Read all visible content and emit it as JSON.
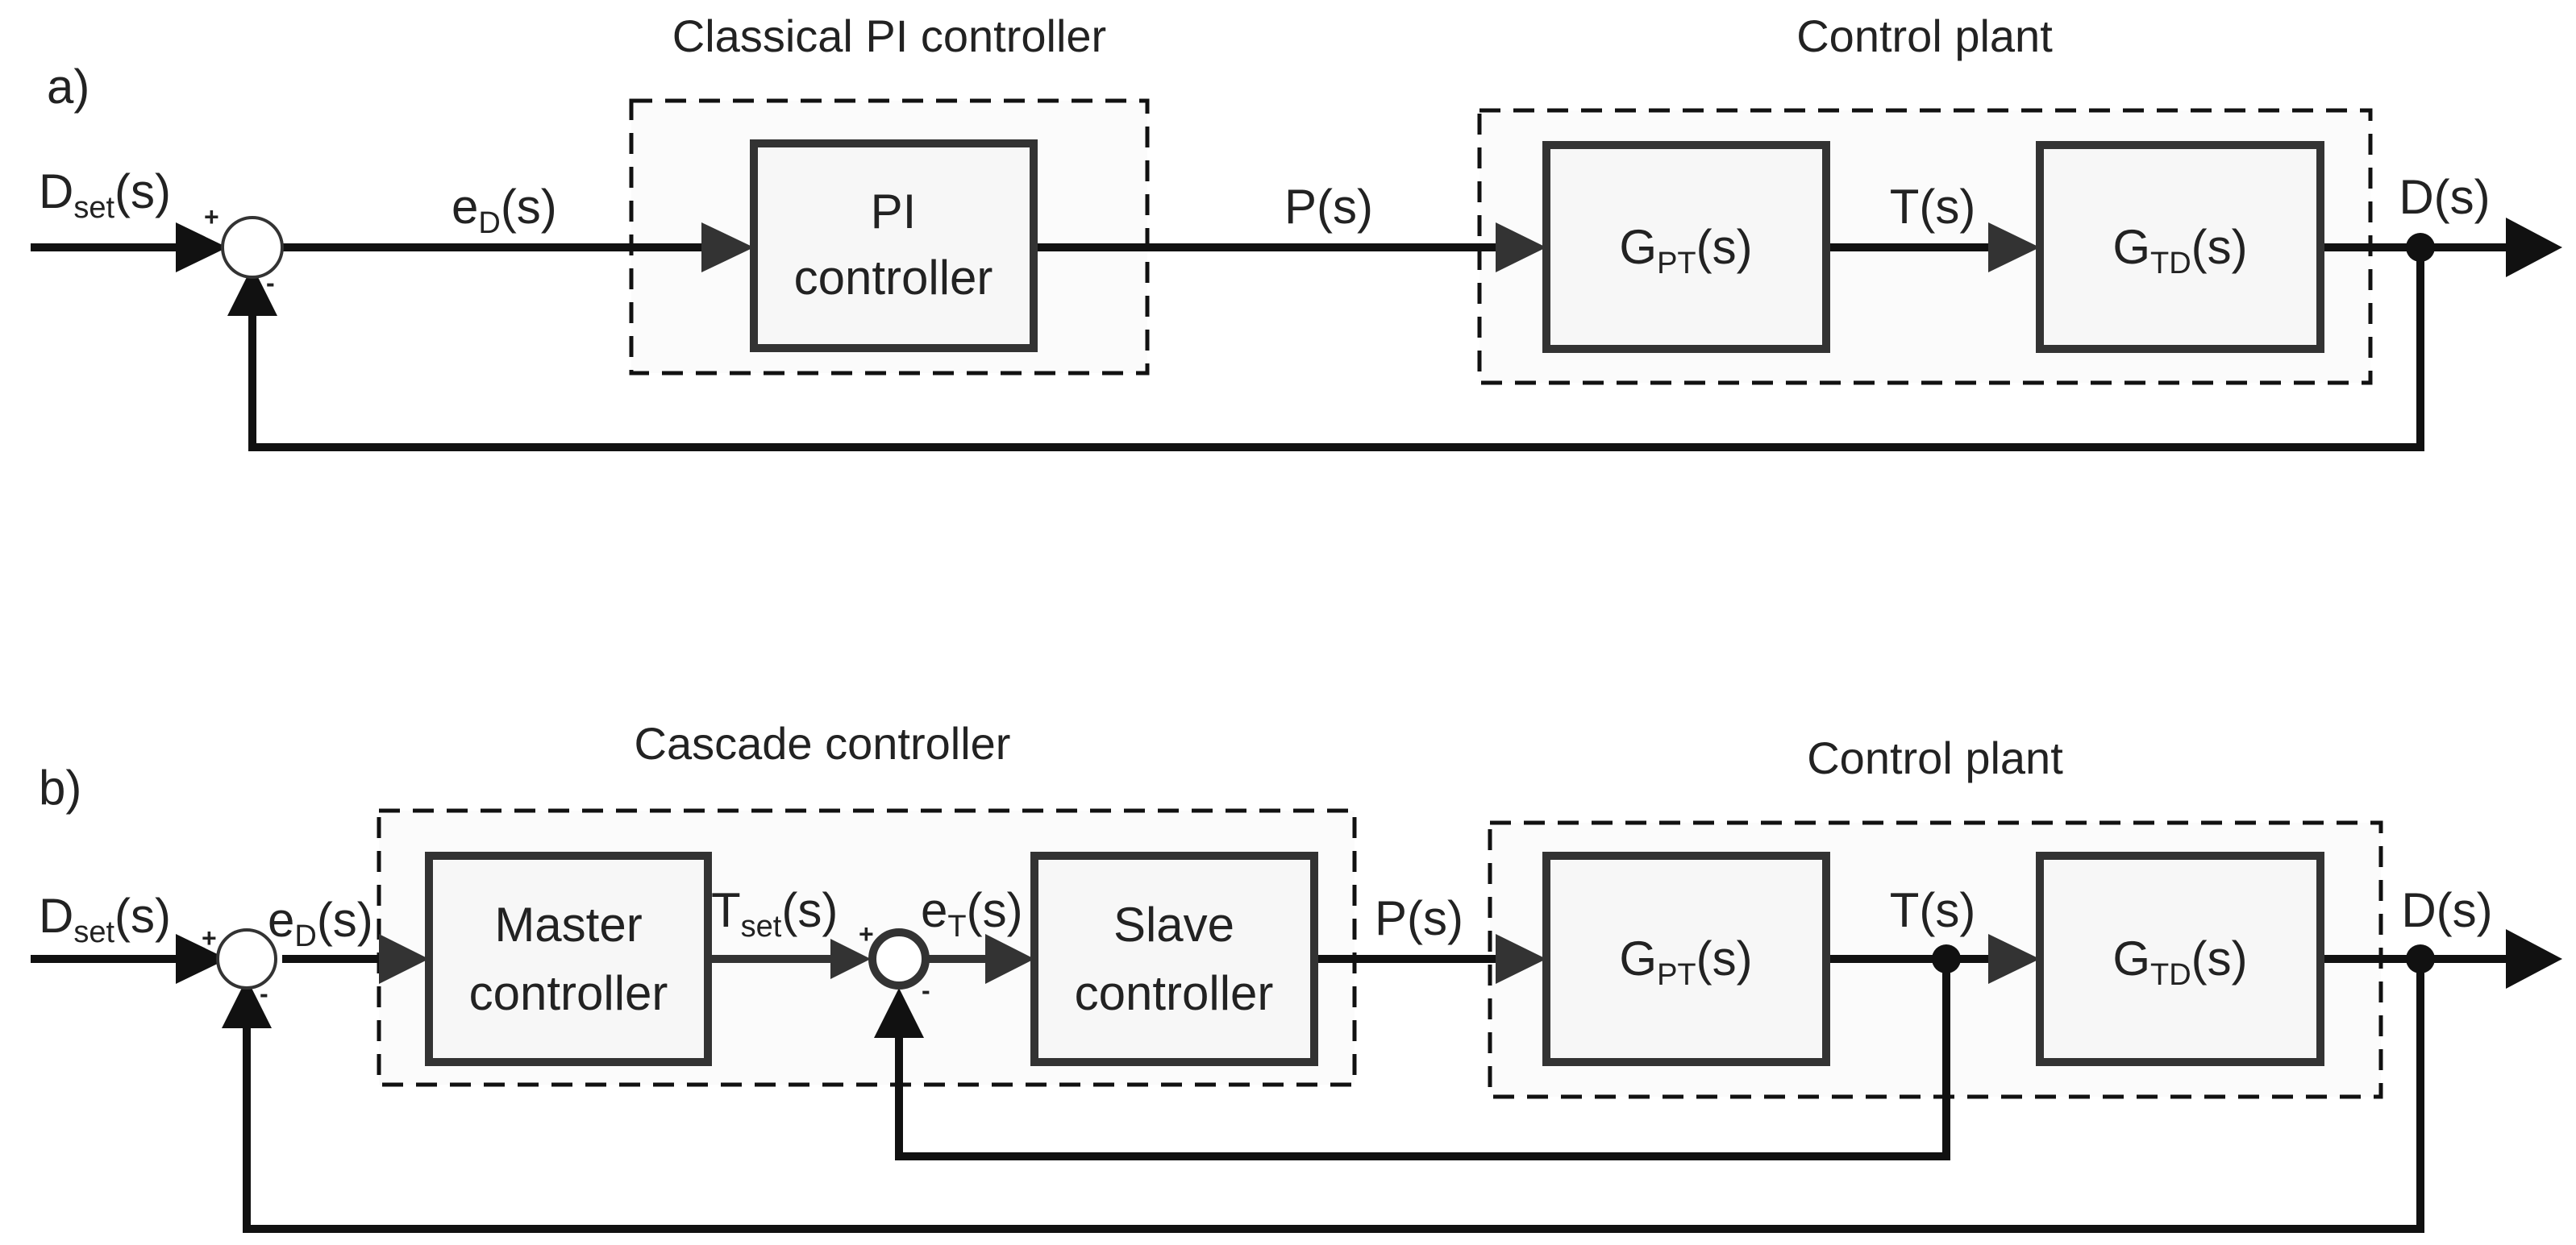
{
  "diagram_a": {
    "tag": "a)",
    "controller_group": "Classical PI controller",
    "plant_group": "Control plant",
    "input": {
      "main": "D",
      "sub": "set",
      "tail": "(s)"
    },
    "error": {
      "main": "e",
      "sub": "D",
      "tail": "(s)"
    },
    "pi_block": [
      "PI",
      "controller"
    ],
    "p_signal": "P(s)",
    "gpt": {
      "main": "G",
      "sub": "PT",
      "tail": "(s)"
    },
    "t_signal": "T(s)",
    "gtd": {
      "main": "G",
      "sub": "TD",
      "tail": "(s)"
    },
    "output": "D(s)",
    "plus": "+",
    "minus": "-"
  },
  "diagram_b": {
    "tag": "b)",
    "controller_group": "Cascade controller",
    "plant_group": "Control plant",
    "input": {
      "main": "D",
      "sub": "set",
      "tail": "(s)"
    },
    "error": {
      "main": "e",
      "sub": "D",
      "tail": "(s)"
    },
    "master_block": [
      "Master",
      "controller"
    ],
    "t_set": {
      "main": "T",
      "sub": "set",
      "tail": "(s)"
    },
    "error_t": {
      "main": "e",
      "sub": "T",
      "tail": "(s)"
    },
    "slave_block": [
      "Slave",
      "controller"
    ],
    "p_signal": "P(s)",
    "gpt": {
      "main": "G",
      "sub": "PT",
      "tail": "(s)"
    },
    "t_signal": "T(s)",
    "gtd": {
      "main": "G",
      "sub": "TD",
      "tail": "(s)"
    },
    "output": "D(s)",
    "plus": "+",
    "minus": "-"
  }
}
